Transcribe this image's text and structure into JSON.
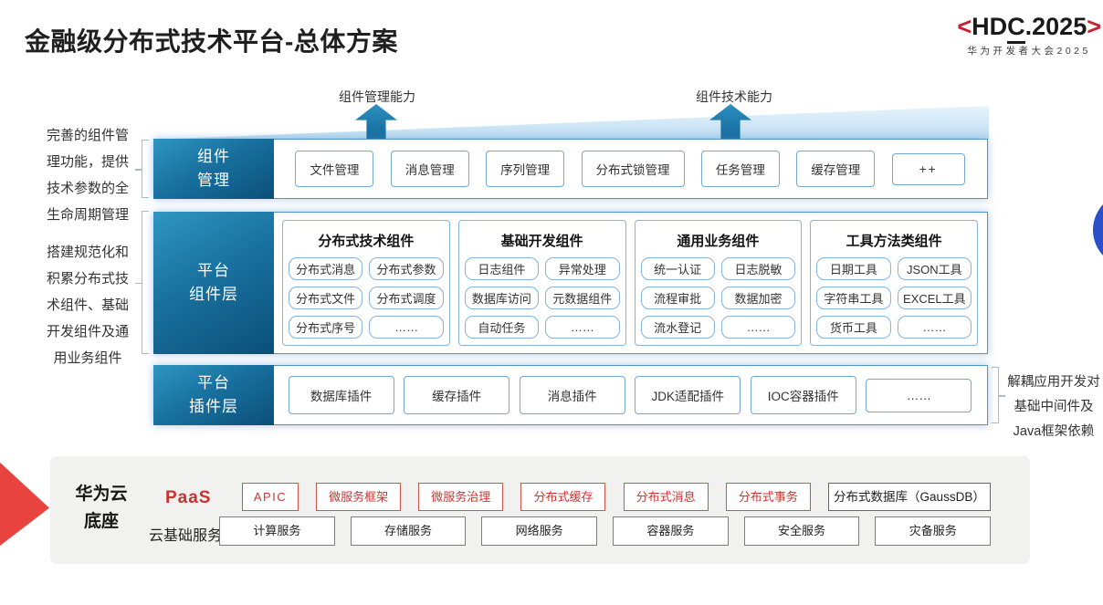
{
  "title": "金融级分布式技术平台-总体方案",
  "logo": {
    "left_bracket": "<",
    "prefix": "HD",
    "underlined": "C",
    "suffix": ".2025",
    "right_bracket": ">",
    "subtitle": "华为开发者大会2025"
  },
  "capabilities": {
    "management": "组件管理能力",
    "technical": "组件技术能力"
  },
  "left_notes": {
    "note1": {
      "lines": [
        "完善的组件管",
        "理功能，提供",
        "技术参数的全",
        "生命周期管理"
      ]
    },
    "note2": {
      "lines": [
        "搭建规范化和",
        "积累分布式技",
        "术组件、基础",
        "开发组件及通",
        "用业务组件"
      ]
    }
  },
  "right_note": {
    "lines": [
      "解耦应用开发对",
      "基础中间件及",
      "Java框架依赖"
    ]
  },
  "rows": {
    "component_mgmt": {
      "label_lines": [
        "组件",
        "管理"
      ],
      "items": [
        "文件管理",
        "消息管理",
        "序列管理",
        "分布式锁管理",
        "任务管理",
        "缓存管理",
        "++"
      ]
    },
    "platform_components": {
      "label_lines": [
        "平台",
        "组件层"
      ],
      "columns": [
        {
          "header": "分布式技术组件",
          "items": [
            "分布式消息",
            "分布式参数",
            "分布式文件",
            "分布式调度",
            "分布式序号",
            "……"
          ]
        },
        {
          "header": "基础开发组件",
          "items": [
            "日志组件",
            "异常处理",
            "数据库访问",
            "元数据组件",
            "自动任务",
            "……"
          ]
        },
        {
          "header": "通用业务组件",
          "items": [
            "统一认证",
            "日志脱敏",
            "流程审批",
            "数据加密",
            "流水登记",
            "……"
          ]
        },
        {
          "header": "工具方法类组件",
          "items": [
            "日期工具",
            "JSON工具",
            "字符串工具",
            "EXCEL工具",
            "货币工具",
            "……"
          ]
        }
      ]
    },
    "platform_plugins": {
      "label_lines": [
        "平台",
        "插件层"
      ],
      "items": [
        "数据库插件",
        "缓存插件",
        "消息插件",
        "JDK适配插件",
        "IOC容器插件",
        "……"
      ]
    }
  },
  "foundation": {
    "label_lines": [
      "华为云",
      "底座"
    ],
    "paas": {
      "label": "PaaS",
      "items": [
        "APIC",
        "微服务框架",
        "微服务治理",
        "分布式缓存",
        "分布式消息",
        "分布式事务"
      ],
      "db_item": "分布式数据库（GaussDB）"
    },
    "cloud": {
      "label": "云基础服务",
      "items": [
        "计算服务",
        "存储服务",
        "网络服务",
        "容器服务",
        "安全服务",
        "灾备服务"
      ]
    }
  },
  "colors": {
    "teal_dark": "#0a5078",
    "teal_light": "#2f96c2",
    "border_blue": "#4f94cd",
    "chip_border": "#85b3da",
    "box_red": "#ce3434",
    "brand_red": "#c8202e",
    "panel_gray": "#f1f1ef",
    "circle_blue": "#2b4fc8",
    "arrow_red": "#e8433e"
  }
}
